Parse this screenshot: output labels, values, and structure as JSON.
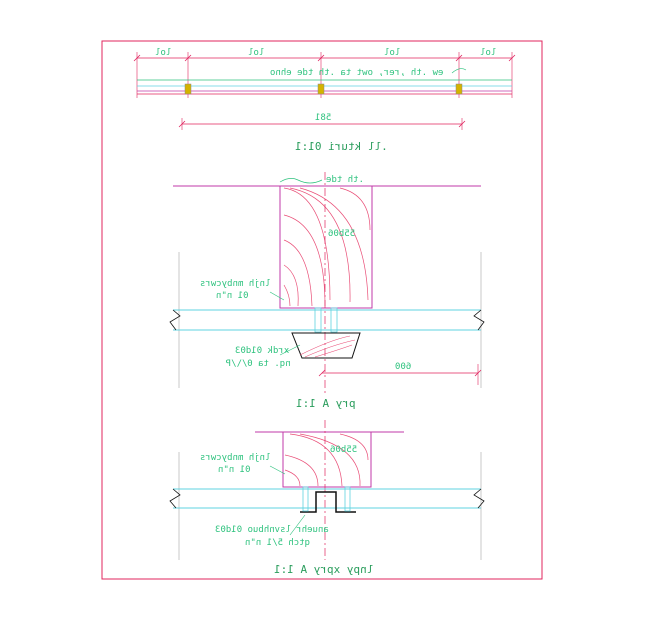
{
  "sheet": {
    "dim_top_labels": [
      "lol",
      "lol",
      "lol",
      "lol"
    ],
    "top_note": "ew .th ,rer, owt ta .th tde ehno",
    "dim_581": "581",
    "title_top": ".ll kturi 01:1",
    "label_tde": ".th tde",
    "label_55b06_a": "55b06",
    "label_lnjh_a_1": "lnjh mnbycwrs",
    "label_lnjh_a_2": "01 n\"n",
    "label_xrdk_1": "xrdk 01d03",
    "label_xrdk_2": "nq. ta 0/\\/P",
    "dim_600": "600",
    "title_mid": "pry A 1:1",
    "label_55b06_b": "55b06",
    "label_lnjh_b_1": "lnjh mnbycwrs",
    "label_lnjh_b_2": "01 n\"n",
    "label_bottom_1": "anuehr lsvnhbuo 01d03",
    "label_bottom_2": "qtch 5/1 n\"n",
    "title_bottom": "lnpy xpry A 1:1"
  },
  "colors": {
    "border": "#e0245e",
    "text": "#2ec27e",
    "cyan": "#5fd3e0",
    "magenta": "#c03aa8",
    "wood": "#e94e77",
    "black": "#111111"
  }
}
